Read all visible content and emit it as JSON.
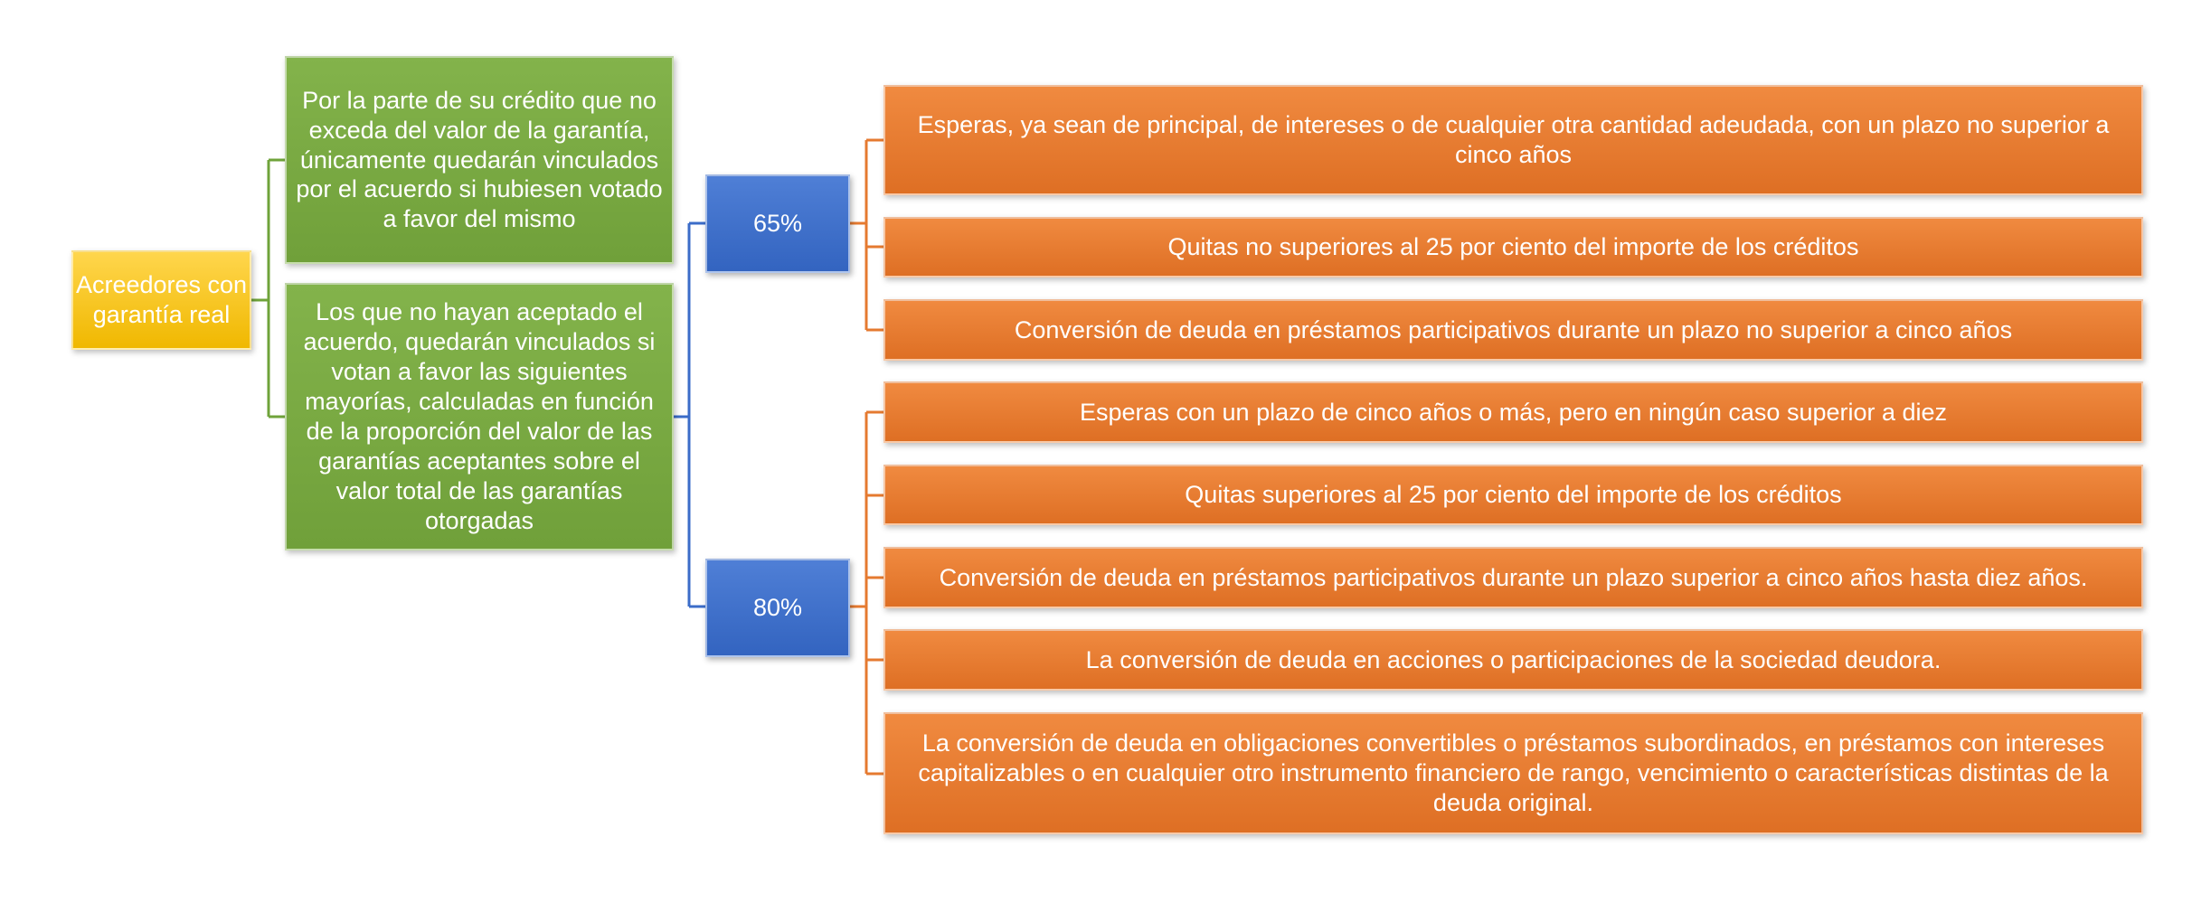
{
  "colors": {
    "root": "#f5c518",
    "green": "#77a843",
    "blue": "#3b6cc8",
    "orange": "#e57a30",
    "connector_green": "#6fa33a",
    "connector_blue": "#3b6cc8",
    "connector_orange": "#e57a30"
  },
  "root": {
    "label": "Acreedores con garantía real"
  },
  "green_nodes": [
    {
      "label": "Por la parte de su crédito que no exceda del valor de la garantía, únicamente quedarán vinculados por el acuerdo si hubiesen votado a favor del mismo"
    },
    {
      "label": "Los que no hayan aceptado el acuerdo, quedarán vinculados si votan a favor las siguientes mayorías, calculadas en función de la proporción del valor de las garantías aceptantes sobre el valor total de las garantías otorgadas"
    }
  ],
  "blue_nodes": [
    {
      "label": "65%"
    },
    {
      "label": "80%"
    }
  ],
  "orange_nodes_65": [
    {
      "label": "Esperas, ya sean de principal, de intereses o de cualquier otra cantidad adeudada, con un plazo no superior a cinco años"
    },
    {
      "label": "Quitas no superiores al 25 por ciento del importe de los créditos"
    },
    {
      "label": "Conversión de deuda en préstamos participativos durante un plazo no superior a cinco años"
    }
  ],
  "orange_nodes_80": [
    {
      "label": "Esperas con un plazo de cinco años o más, pero en ningún caso superior a diez"
    },
    {
      "label": "Quitas superiores al 25 por ciento del importe de los créditos"
    },
    {
      "label": "Conversión de deuda en préstamos participativos durante un plazo superior a cinco años hasta diez años."
    },
    {
      "label": "La conversión de deuda en acciones o participaciones de la sociedad deudora."
    },
    {
      "label": "La conversión de deuda en obligaciones convertibles o préstamos subordinados, en préstamos con intereses capitalizables o en cualquier otro instrumento financiero de rango, vencimiento o características distintas de la deuda original."
    }
  ]
}
